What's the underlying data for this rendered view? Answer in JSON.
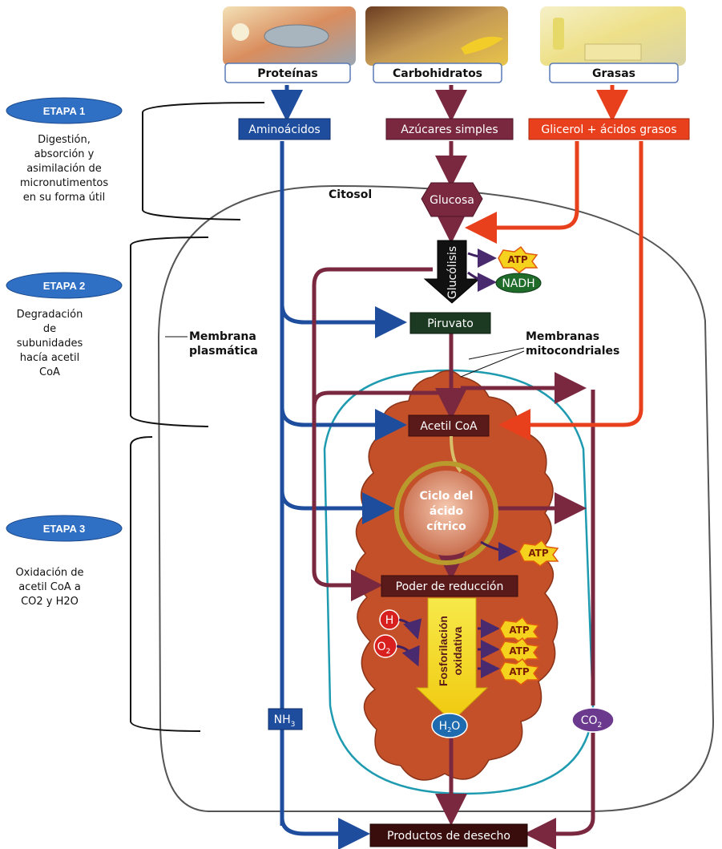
{
  "foods": {
    "proteins": "Proteínas",
    "carbs": "Carbohidratos",
    "fats": "Grasas"
  },
  "stages": [
    {
      "badge": "ETAPA 1",
      "lines": [
        "Digestión,",
        "absorción y",
        "asimilación de",
        "micronutimentos",
        "en su forma útil"
      ]
    },
    {
      "badge": "ETAPA 2",
      "lines": [
        "Degradación",
        "de",
        "subunidades",
        "hacía acetil",
        "CoA"
      ]
    },
    {
      "badge": "ETAPA 3",
      "lines": [
        "Oxidación de",
        "acetil CoA a",
        "CO2 y H2O"
      ]
    }
  ],
  "boxes": {
    "aminoacids": "Aminoácidos",
    "simple_sugars": "Azúcares simples",
    "glycerol": "Glicerol + ácidos grasos",
    "glucose": "Glucosa",
    "glycolysis": "Glucólisis",
    "pyruvate": "Piruvato",
    "acetyl_coa": "Acetil CoA",
    "krebs_1": "Ciclo del",
    "krebs_2": "ácido",
    "krebs_3": "cítrico",
    "reducing_power": "Poder de reducción",
    "oxphos_1": "Fosforilación",
    "oxphos_2": "oxidativa",
    "waste": "Productos de desecho"
  },
  "labels": {
    "cytosol": "Citosol",
    "plasma_membrane_1": "Membrana",
    "plasma_membrane_2": "plasmática",
    "mito_membranes_1": "Membranas",
    "mito_membranes_2": "mitocondriales"
  },
  "molecules": {
    "atp": "ATP",
    "nadh": "NADH",
    "h": "H",
    "o2": "O",
    "o2_sub": "2",
    "nh3": "NH",
    "nh3_sub": "3",
    "h2o_a": "H",
    "h2o_sub": "2",
    "h2o_b": "O",
    "co2": "CO",
    "co2_sub": "2"
  },
  "colors": {
    "protein_blue": "#1f4d9e",
    "carb_maroon": "#7a2740",
    "fat_red": "#e8401c",
    "mito_orange": "#c4502a",
    "mito_membrane": "#1e9bb0",
    "stage_badge": "#2f6fc4",
    "atp_fill": "#f5d21e",
    "nadh_fill": "#1f6b2a",
    "dark_box": "#5a1a1a",
    "pyruvate_box": "#1c3a22"
  },
  "icons": [
    "protein-food-photo",
    "carbohydrate-food-photo",
    "fat-food-photo"
  ]
}
